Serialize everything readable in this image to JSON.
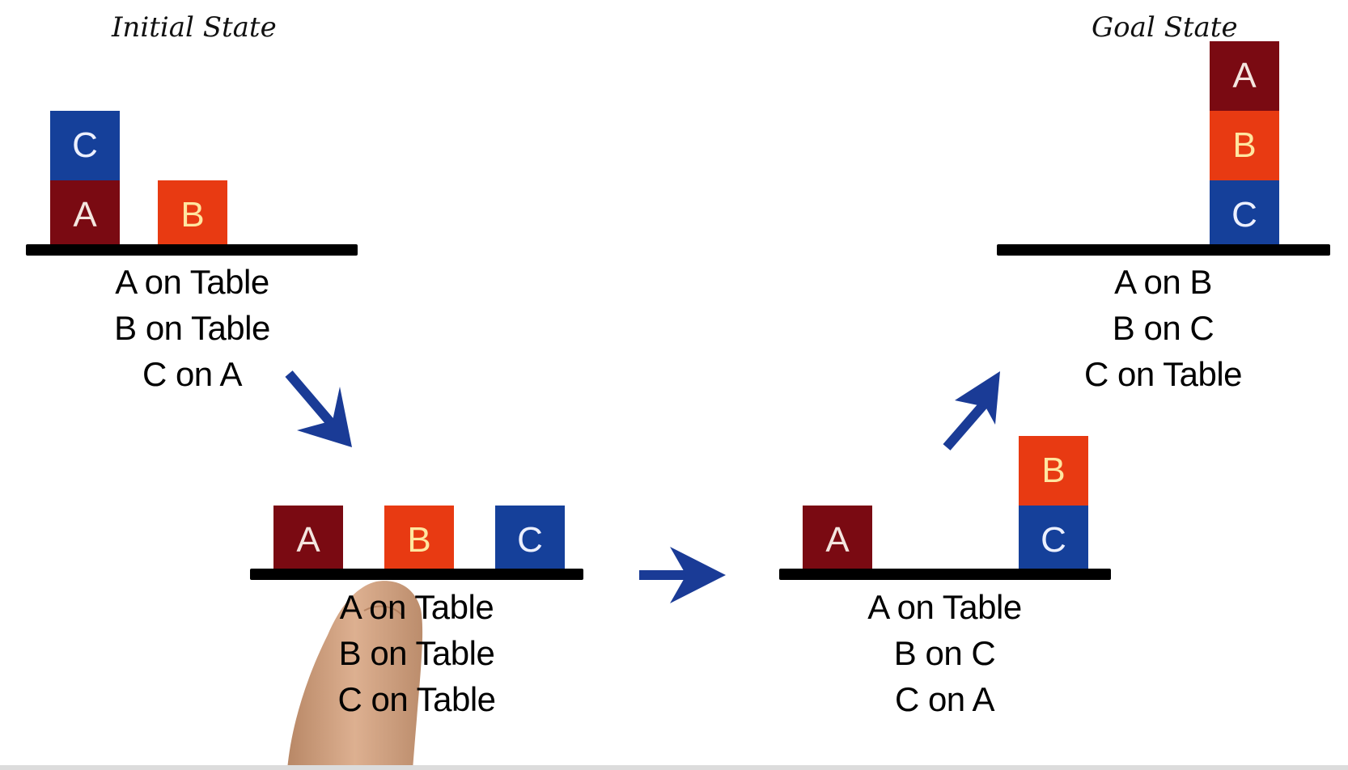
{
  "headings": {
    "initial": "Initial State",
    "goal": "Goal State"
  },
  "states": {
    "initial": {
      "blocks": {
        "a": "A",
        "b": "B",
        "c": "C"
      },
      "predicates": [
        "A on Table",
        "B on Table",
        "C on A"
      ]
    },
    "intermediate1": {
      "blocks": {
        "a": "A",
        "b": "B",
        "c": "C"
      },
      "predicates": [
        "A on Table",
        "B on Table",
        "C on Table"
      ]
    },
    "intermediate2": {
      "blocks": {
        "a": "A",
        "b": "B",
        "c": "C"
      },
      "predicates": [
        "A on Table",
        "B on C",
        "C on A"
      ]
    },
    "goal": {
      "blocks": {
        "a": "A",
        "b": "B",
        "c": "C"
      },
      "predicates": [
        "A on B",
        "B on C",
        "C on Table"
      ]
    }
  },
  "colors": {
    "block_a": "#7a0a12",
    "block_b": "#e83a12",
    "block_c": "#15409a",
    "arrow": "#1a3b96",
    "table": "#000000"
  },
  "icons": {
    "arrow": "arrow-icon",
    "finger": "pointing-finger"
  }
}
